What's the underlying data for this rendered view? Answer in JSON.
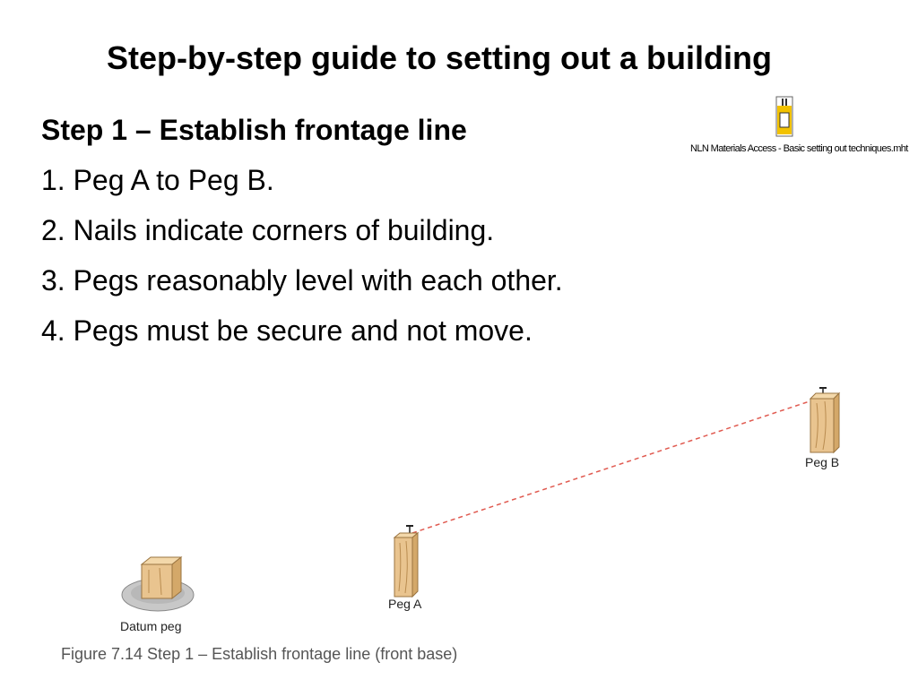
{
  "title": "Step-by-step guide to setting out a building",
  "step": {
    "heading": "Step 1 – Establish frontage line",
    "items": [
      "1. Peg A to Peg B.",
      "2. Nails indicate corners of building.",
      "3. Pegs reasonably level with each other.",
      "4. Pegs must be secure and not move."
    ]
  },
  "attachment": {
    "icon": "file-icon",
    "filename": "NLN Materials Access - Basic setting out techniques.mht"
  },
  "figure": {
    "labels": {
      "datum_peg": "Datum peg",
      "peg_a": "Peg A",
      "peg_b": "Peg B"
    },
    "caption": "Figure 7.14 Step 1 – Establish frontage line (front base)",
    "line_color": "#e05a50",
    "peg_color": "#e9c48f"
  }
}
